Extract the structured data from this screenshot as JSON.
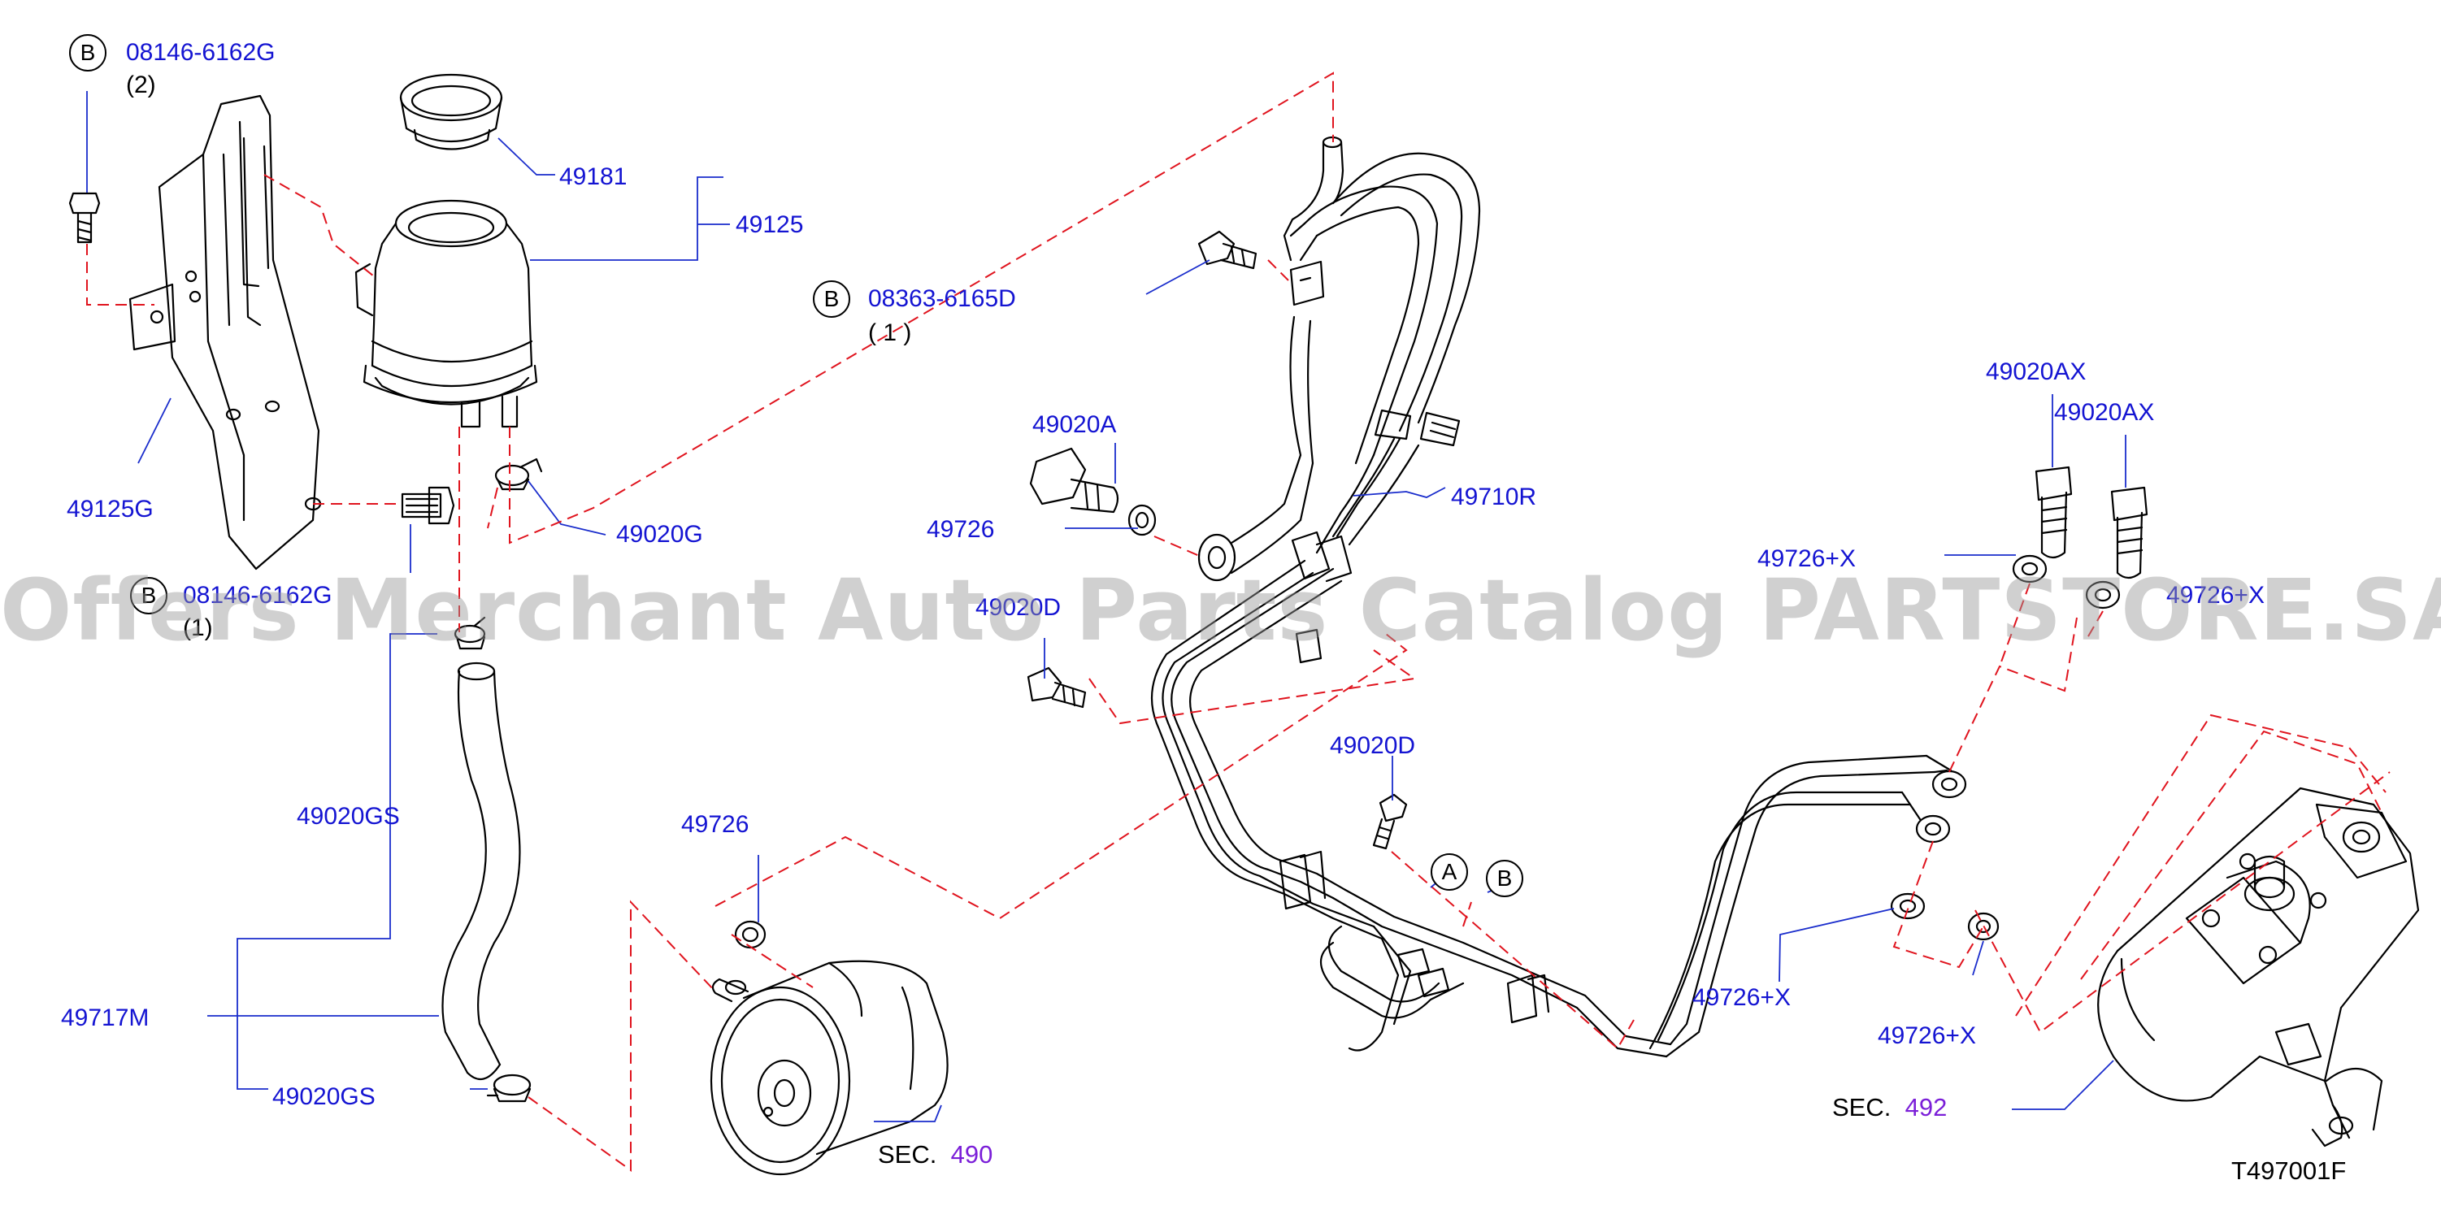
{
  "callouts": {
    "b1": {
      "mark": "B",
      "part": "08146-6162G",
      "qty": "(2)"
    },
    "b2": {
      "mark": "B",
      "part": "08146-6162G",
      "qty": "(1)"
    },
    "b3": {
      "mark": "B",
      "part": "08363-6165D",
      "qty": "( 1 )"
    },
    "a_mark": "A",
    "b_mark": "B"
  },
  "parts": {
    "p49181": "49181",
    "p49125": "49125",
    "p49125G": "49125G",
    "p49020G": "49020G",
    "p49020GS_1": "49020GS",
    "p49717M": "49717M",
    "p49020GS_2": "49020GS",
    "p49020A": "49020A",
    "p49726_1": "49726",
    "p49710R": "49710R",
    "p49020D_1": "49020D",
    "p49020D_2": "49020D",
    "p49726_2": "49726",
    "p49020AX_1": "49020AX",
    "p49020AX_2": "49020AX",
    "p49726X_1": "49726+X",
    "p49726X_2": "49726+X",
    "p49726X_3": "49726+X",
    "p49726X_4": "49726+X"
  },
  "sections": {
    "s490": {
      "prefix": "SEC.",
      "num": "490"
    },
    "s492": {
      "prefix": "SEC.",
      "num": "492"
    }
  },
  "diagram_id": "T497001F",
  "watermark": "Offers Merchant Auto Parts Catalog PARTSTORE.SA",
  "colors": {
    "label": "#1414d2",
    "section": "#7b1fd8",
    "dash": "#e0141e",
    "line": "#000000"
  }
}
